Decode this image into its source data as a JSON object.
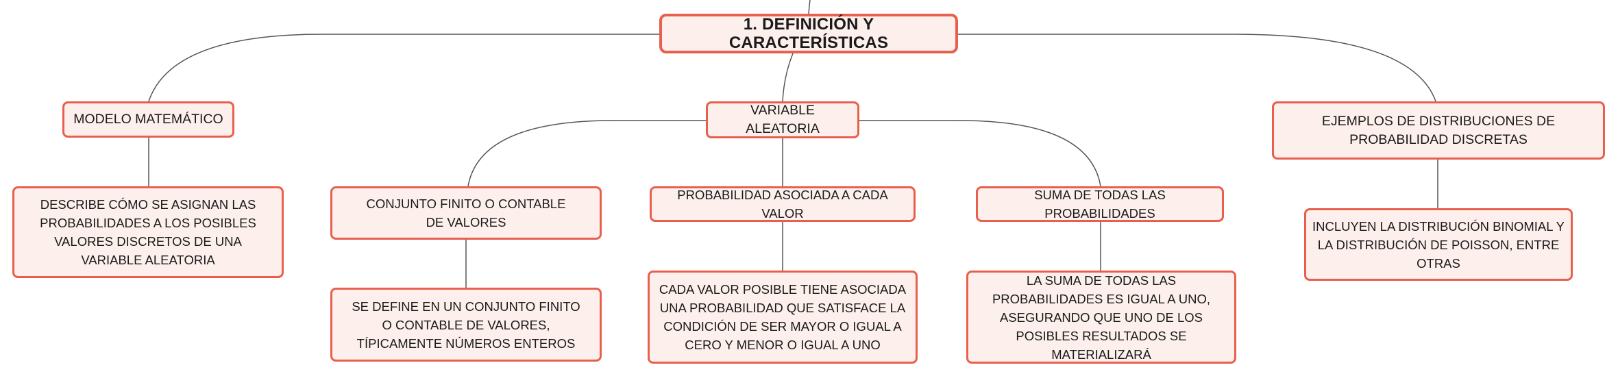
{
  "root": {
    "label": "1. DEFINICIÓN Y CARACTERÍSTICAS"
  },
  "branches": {
    "modelo": {
      "label": "MODELO MATEMÁTICO",
      "detail": "DESCRIBE CÓMO SE ASIGNAN LAS PROBABILIDADES A LOS POSIBLES VALORES DISCRETOS DE UNA VARIABLE ALEATORIA"
    },
    "variable": {
      "label": "VARIABLE ALEATORIA",
      "children": {
        "conjunto": {
          "label": "CONJUNTO FINITO O CONTABLE DE VALORES",
          "detail": "SE DEFINE EN UN CONJUNTO FINITO O CONTABLE DE VALORES, TÍPICAMENTE NÚMEROS ENTEROS"
        },
        "probabilidad": {
          "label": "PROBABILIDAD ASOCIADA A CADA VALOR",
          "detail": "CADA VALOR POSIBLE TIENE ASOCIADA UNA PROBABILIDAD QUE SATISFACE LA CONDICIÓN DE SER MAYOR O IGUAL A CERO Y MENOR O IGUAL A UNO"
        },
        "suma": {
          "label": "SUMA DE TODAS LAS PROBABILIDADES",
          "detail": "LA SUMA DE TODAS LAS PROBABILIDADES ES IGUAL A UNO, ASEGURANDO QUE UNO DE LOS POSIBLES RESULTADOS SE MATERIALIZARÁ"
        }
      }
    },
    "ejemplos": {
      "label": "EJEMPLOS DE DISTRIBUCIONES DE PROBABILIDAD DISCRETAS",
      "detail": "INCLUYEN LA DISTRIBUCIÓN BINOMIAL Y LA DISTRIBUCIÓN DE POISSON, ENTRE OTRAS"
    }
  },
  "colors": {
    "node_border": "#e85f4e",
    "node_fill": "#fdf0ec",
    "connector": "#555555",
    "text": "#1a1a1a"
  }
}
